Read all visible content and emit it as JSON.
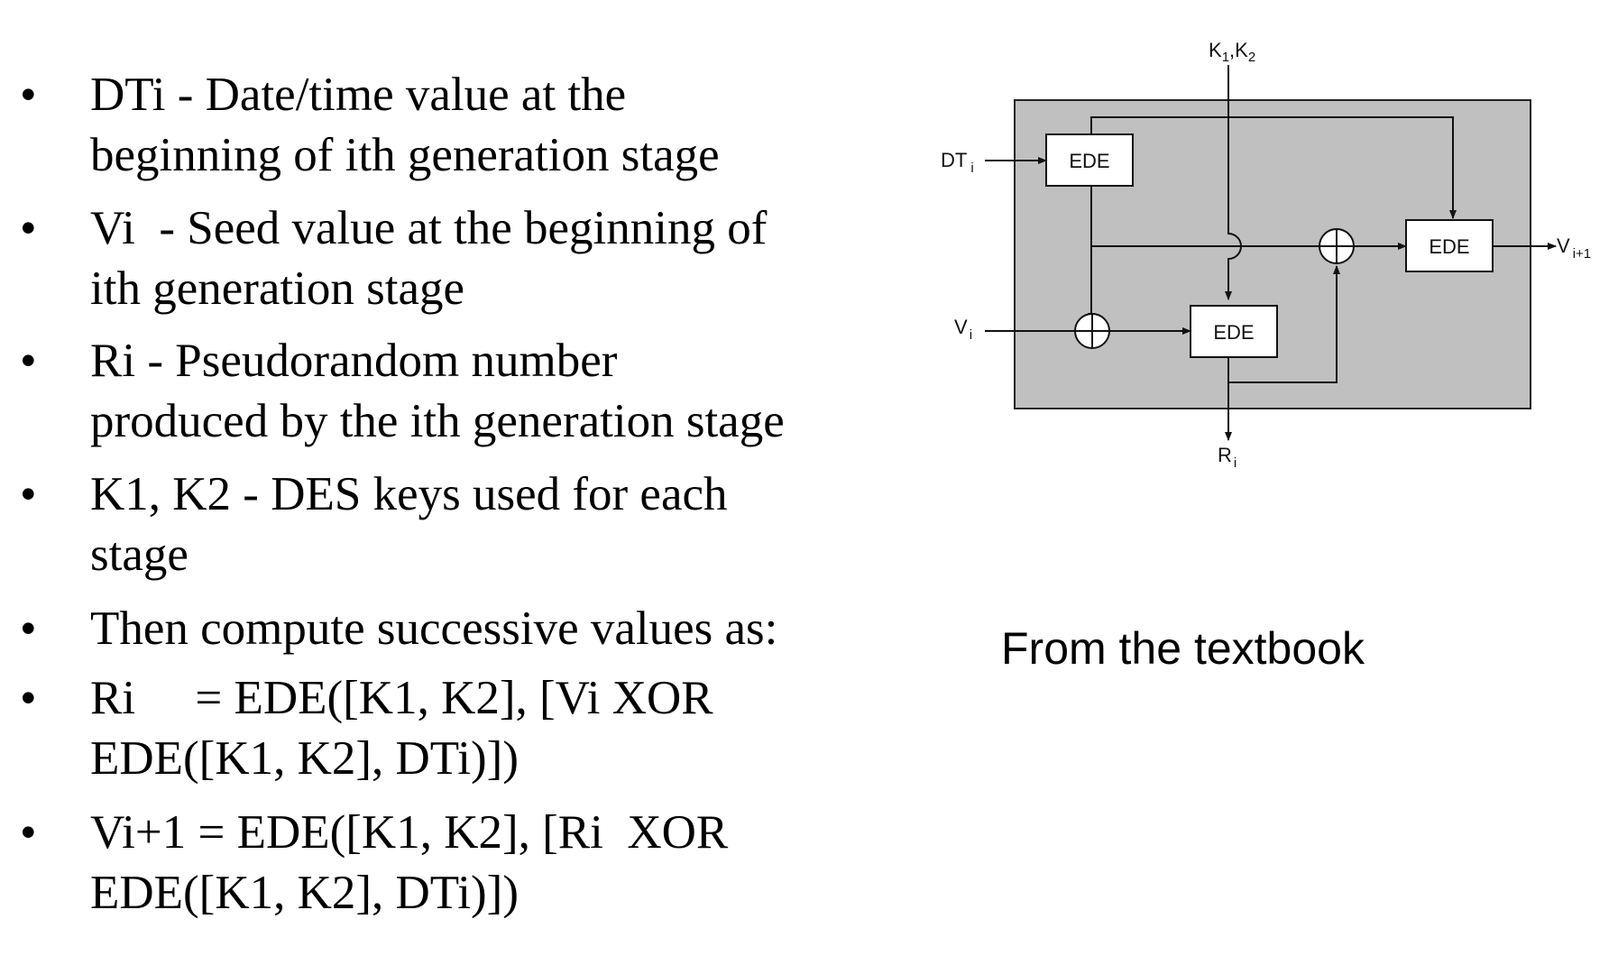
{
  "bullets": [
    {
      "lines": [
        "DTi - Date/time value at the",
        "beginning of ith generation stage"
      ]
    },
    {
      "lines": [
        "Vi  - Seed value at the beginning of",
        "ith generation stage"
      ]
    },
    {
      "lines": [
        "Ri - Pseudorandom number",
        "produced by the ith generation stage"
      ]
    },
    {
      "lines": [
        "K1, K2 - DES keys used for each",
        "stage"
      ]
    },
    {
      "lines": [
        "Then compute successive values as:"
      ]
    },
    {
      "lines": [
        "Ri     = EDE([K1, K2], [Vi XOR",
        "EDE([K1, K2], DTi)])"
      ]
    },
    {
      "lines": [
        "Vi+1 = EDE([K1, K2], [Ri  XOR",
        "EDE([K1, K2], DTi)])"
      ]
    }
  ],
  "bullet_symbol": "•",
  "caption": "From the textbook",
  "diagram": {
    "box_fill": "#c0c0c0",
    "ede_label": "EDE",
    "key_label_main": "K",
    "key_sub1": "1",
    "key_sep": ",K",
    "key_sub2": "2",
    "dt_label": "DT",
    "dt_sub": "i",
    "v_label": "V",
    "v_sub": "i",
    "r_label": "R",
    "r_sub": "i",
    "vout_label": "V",
    "vout_sub": "i+1"
  }
}
